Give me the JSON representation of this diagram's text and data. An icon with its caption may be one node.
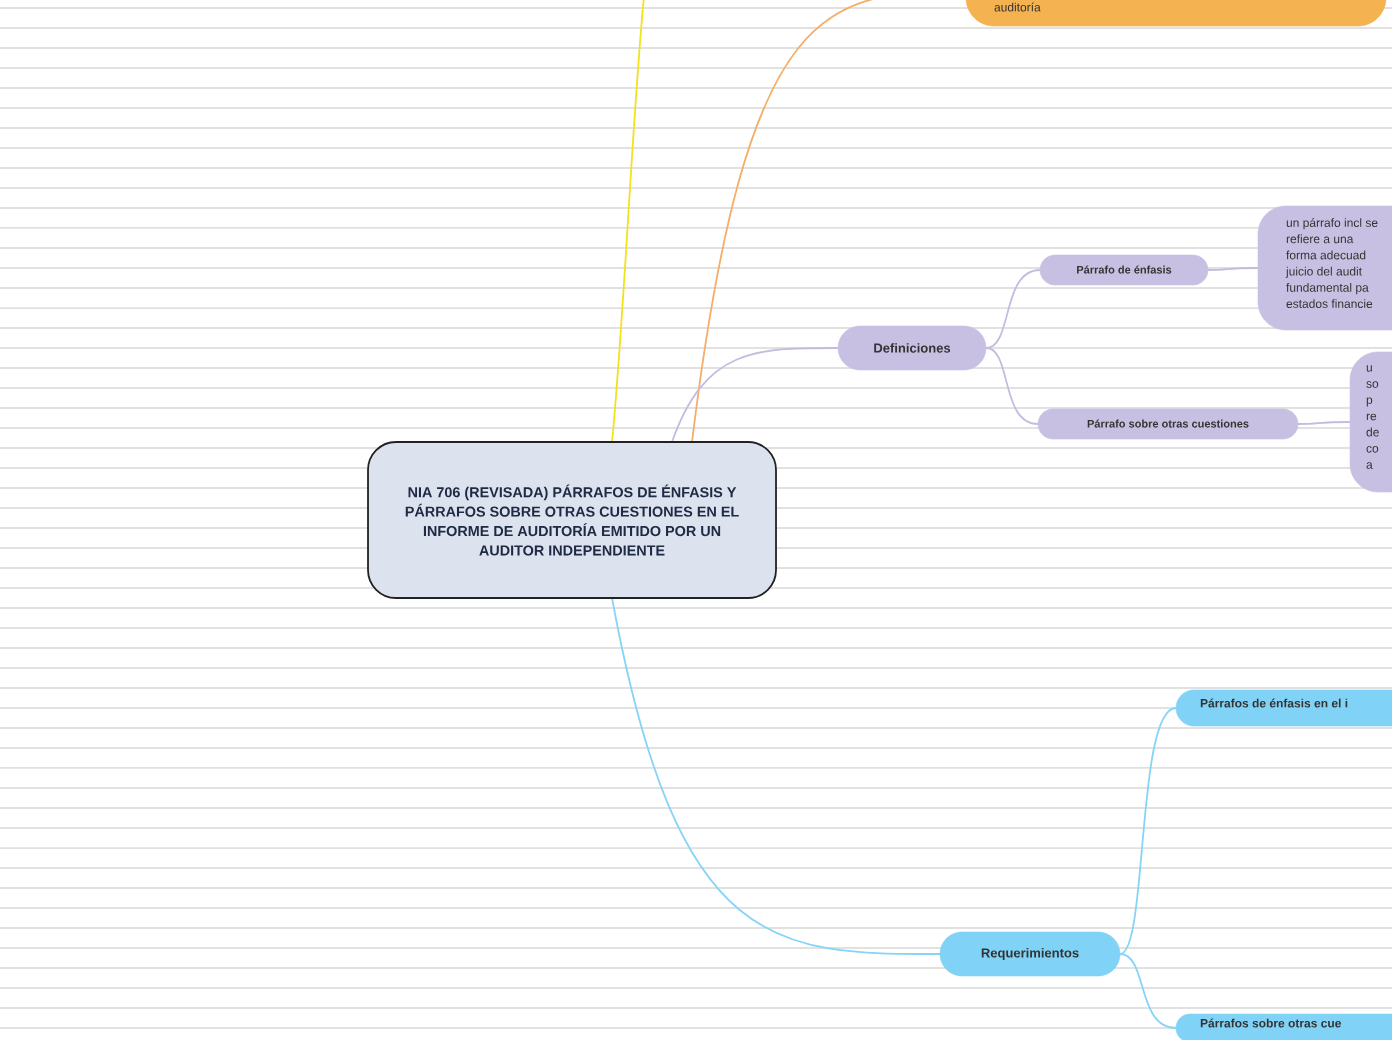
{
  "diagram": {
    "nodes": [
      {
        "text": [
          "NIA 706 (REVISADA) PÁRRAFOS DE ÉNFASIS Y PÁRRAFOS SOBRE OTRAS CUESTIONES EN EL INFORME DE AUDITORÍA EMITIDO POR UN AUDITOR INDEPENDIENTE"
        ]
      },
      {
        "text": [
          "auditoría"
        ]
      },
      {
        "text": [
          "Definiciones"
        ]
      },
      {
        "text": [
          "Párrafo de énfasis"
        ]
      },
      {
        "text": [
          "un párrafo incl se refiere a una forma adecuad juicio del audit fundamental pa estados financie"
        ]
      },
      {
        "text": [
          "Párrafo sobre otras cuestiones"
        ]
      },
      {
        "text": [
          "u so p re de co a"
        ]
      },
      {
        "text": [
          "Requerimientos"
        ]
      },
      {
        "text": [
          "Párrafos de énfasis en el i"
        ]
      },
      {
        "text": [
          "Párrafos sobre otras cue"
        ]
      }
    ],
    "edges": [
      {
        "from": 0,
        "to": null,
        "arrow": "none",
        "color": "#f2e21b"
      },
      {
        "from": 0,
        "to": 1,
        "arrow": "none",
        "color": "#f5ad68"
      },
      {
        "from": 0,
        "to": 2,
        "arrow": "none",
        "color": "#c4bce0"
      },
      {
        "from": 2,
        "to": 3,
        "arrow": "none",
        "color": "#c4bce0"
      },
      {
        "from": 2,
        "to": 5,
        "arrow": "none",
        "color": "#c4bce0"
      },
      {
        "from": 3,
        "to": 4,
        "arrow": "none",
        "color": "#c4bce0"
      },
      {
        "from": 5,
        "to": 6,
        "arrow": "none",
        "color": "#c4bce0"
      },
      {
        "from": 0,
        "to": 7,
        "arrow": "none",
        "color": "#86d4f6"
      },
      {
        "from": 7,
        "to": 8,
        "arrow": "none",
        "color": "#86d4f6"
      },
      {
        "from": 7,
        "to": 9,
        "arrow": "none",
        "color": "#86d4f6"
      }
    ]
  }
}
